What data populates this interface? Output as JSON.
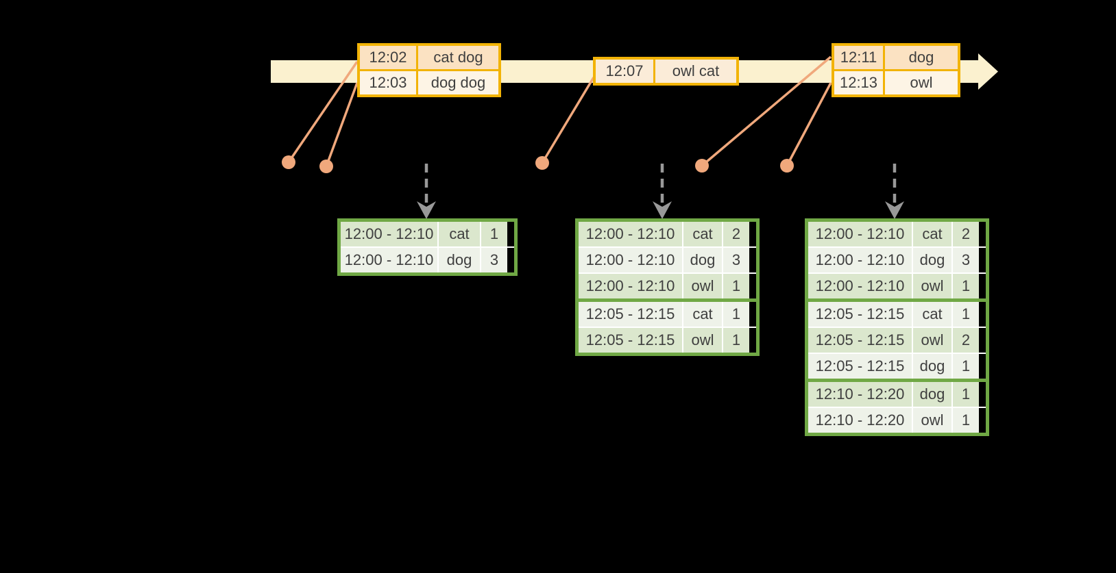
{
  "colors": {
    "background": "#000000",
    "timeline_band": "#fbf1cf",
    "event_border": "#f2b306",
    "event_row_peach": "#fbe2c2",
    "event_row_cream": "#fdf4e5",
    "event_row_mid": "#fbecd8",
    "connector_orange": "#f0a87c",
    "trigger_gray": "#999999",
    "result_border": "#70a845",
    "result_row_dark": "#dbe7cd",
    "result_row_light": "#eef2e9",
    "text": "#3f3f3f"
  },
  "event_tables": [
    {
      "rows": [
        {
          "time": "12:02",
          "words": "cat dog",
          "tint": "peach"
        },
        {
          "time": "12:03",
          "words": "dog dog",
          "tint": "cream"
        }
      ]
    },
    {
      "rows": [
        {
          "time": "12:07",
          "words": "owl cat",
          "tint": "mid"
        }
      ]
    },
    {
      "rows": [
        {
          "time": "12:11",
          "words": "dog",
          "tint": "peach"
        },
        {
          "time": "12:13",
          "words": "owl",
          "tint": "cream"
        }
      ]
    }
  ],
  "result_tables": [
    {
      "rows": [
        {
          "window": "12:00 - 12:10",
          "word": "cat",
          "count": "1"
        },
        {
          "window": "12:00 - 12:10",
          "word": "dog",
          "count": "3"
        }
      ]
    },
    {
      "rows": [
        {
          "window": "12:00 - 12:10",
          "word": "cat",
          "count": "2"
        },
        {
          "window": "12:00 - 12:10",
          "word": "dog",
          "count": "3"
        },
        {
          "window": "12:00 - 12:10",
          "word": "owl",
          "count": "1"
        },
        {
          "window": "12:05 - 12:15",
          "word": "cat",
          "count": "1"
        },
        {
          "window": "12:05 - 12:15",
          "word": "owl",
          "count": "1"
        }
      ]
    },
    {
      "rows": [
        {
          "window": "12:00 - 12:10",
          "word": "cat",
          "count": "2"
        },
        {
          "window": "12:00 - 12:10",
          "word": "dog",
          "count": "3"
        },
        {
          "window": "12:00 - 12:10",
          "word": "owl",
          "count": "1"
        },
        {
          "window": "12:05 - 12:15",
          "word": "cat",
          "count": "1"
        },
        {
          "window": "12:05 - 12:15",
          "word": "owl",
          "count": "2"
        },
        {
          "window": "12:05 - 12:15",
          "word": "dog",
          "count": "1"
        },
        {
          "window": "12:10 - 12:20",
          "word": "dog",
          "count": "1"
        },
        {
          "window": "12:10 - 12:20",
          "word": "owl",
          "count": "1"
        }
      ]
    }
  ]
}
